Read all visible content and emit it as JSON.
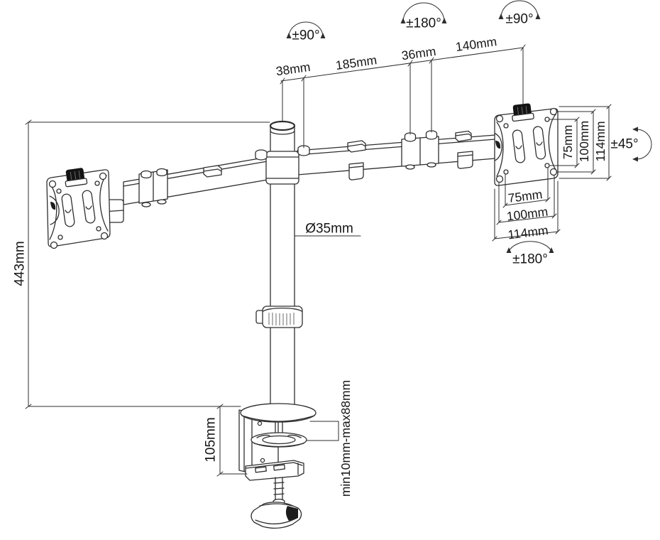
{
  "meta": {
    "title": "Dual monitor desk mount arm - dimensional line drawing",
    "background": "#ffffff",
    "line_color": "#2e2e2e",
    "text_color": "#161616",
    "knob_color": "#141414"
  },
  "labels": {
    "rotation_pole_top": "±90°",
    "rotation_elbow_top": "±180°",
    "rotation_vesa_top": "±90°",
    "rotation_vesa_tilt": "±45°",
    "rotation_vesa_pan": "±180°",
    "dim_pole_to_joint": "38mm",
    "dim_arm_long": "185mm",
    "dim_elbow": "36mm",
    "dim_arm_short": "140mm",
    "dim_pole_diameter": "Ø35mm",
    "dim_pole_height": "443mm",
    "dim_clamp_height": "105mm",
    "dim_clamp_range": "min10mm-max88mm",
    "dim_vesa_vertical_75": "75mm",
    "dim_vesa_vertical_100": "100mm",
    "dim_vesa_vertical_114": "114mm",
    "dim_vesa_horizontal_75": "75mm",
    "dim_vesa_horizontal_100": "100mm",
    "dim_vesa_horizontal_114": "114mm"
  }
}
